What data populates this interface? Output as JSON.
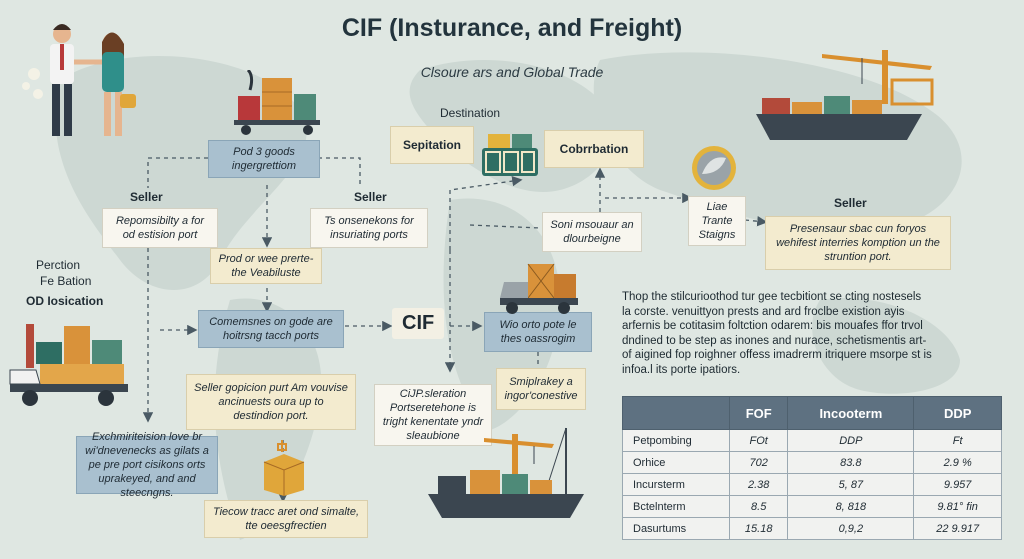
{
  "title": "CIF (Insturance, and Freight)",
  "subtitle": "Clsoure ars and Global Trade",
  "labels": {
    "destination": "Destination",
    "seller_left": "Seller",
    "seller_mid": "Seller",
    "seller_right": "Seller",
    "perction": "Perction",
    "fe_bation": "Fe Bation",
    "od_iosication": "OD Iosication",
    "cif": "CIF"
  },
  "boxes": {
    "pod_goods": "Pod 3 goods ingergrettiom",
    "sepitation": "Sepitation",
    "cobrrbation": "Cobrrbation",
    "reponsibility": "Repomsibilty a for od estision port",
    "insurance_ports": "Ts onsenekons for insuriating ports",
    "prod_were": "Prod or wee prerte- the Veabiluste",
    "soni_msouaur": "Soni msouaur an dlourbeigne",
    "liae_trante": "Liae Trante Staigns",
    "presensaur": "Presensaur sbac cun foryos wehifest interries komption un the struntion port.",
    "comemsnes": "Comemsnes on gode are hoitrsng tacch ports",
    "wio_orto": "Wio orto pote le thes oassrogim",
    "seller_gopicion": "Seller gopicion purt Am vouvise ancinuests oura up to destindion port.",
    "cip_sleration": "CiJP.sleration Portseretehone is tright kenentate yndr sleaubione",
    "smiplrakey": "Smiplrakey a ingor'conestive",
    "exchmiriteision": "Exchmiriteision love br wi'dnevenecks as gilats a pe pre port cisikons orts uprakeyed, and and steecngns.",
    "tiecow": "Tiecow tracc aret ond simalte, tte oeesgfrectien"
  },
  "paragraph": [
    "Thop the stilcurioothod tur gee tecbitiont se cting nostesels",
    "la corste. venuittyon prests and ard froclbe existion ayis",
    "arfernis be cotitasim foltction odarem: bis mouafes ffor trvol",
    "dndined to be step as inones and nurace, schetismentis art-",
    "of aigined fop roighner offess imadrerm itriquere msorpe st is",
    "infoa.l its porte ipatiors."
  ],
  "table": {
    "headers": [
      "",
      "FOF",
      "Incooterm",
      "DDP"
    ],
    "rows": [
      [
        "Petpombing",
        "FOt",
        "DDP",
        "Ft"
      ],
      [
        "Orhice",
        "702",
        "83.8",
        "2.9 %"
      ],
      [
        "Incursterm",
        "2.38",
        "5, 87",
        "9.957"
      ],
      [
        "Bctelnterm",
        "8.5",
        "8, 818",
        "9.81° fin"
      ],
      [
        "Dasurtums",
        "15.18",
        "0,9,2",
        "22 9.917"
      ]
    ]
  },
  "colors": {
    "background": "#dfe7e2",
    "map_land": "#c9d5d0",
    "cream_box": "#f3ebcf",
    "blue_box": "#a9c0cf",
    "table_header": "#5e7181",
    "ship_hull": "#3b4650",
    "cargo_orange": "#d9923a",
    "cargo_green": "#4e8a78"
  },
  "icons": [
    "business-people-icon",
    "globe-icon",
    "cargo-ship-icon",
    "delivery-truck-icon",
    "cargo-box-icon",
    "crane-icon",
    "goods-cart-icon",
    "container-stack-icon",
    "compass-icon"
  ]
}
